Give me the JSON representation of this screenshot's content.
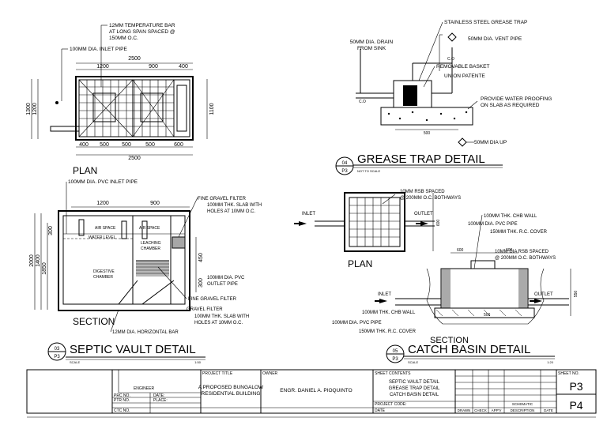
{
  "plan_top": {
    "title": "PLAN",
    "notes": {
      "temp_bar": [
        "12MM TEMPERATURE BAR",
        "AT LONG SPAN SPACED @",
        "150MM O.C."
      ],
      "inlet": "100MM DIA. INLET PIPE"
    },
    "dims": {
      "overall_top": "2500",
      "top_segments": [
        "1200",
        "900",
        "400"
      ],
      "bottom_segments": [
        "400",
        "500",
        "500",
        "500",
        "600"
      ],
      "overall_bottom": "2500",
      "left": "1300",
      "left_inner": "1200",
      "right": "1100"
    }
  },
  "septic_section": {
    "title": "SECTION",
    "notes": {
      "inlet": "100MM DIA. PVC INLET PIPE",
      "fine_gravel": "FINE GRAVEL FILTER",
      "slab": [
        "100MM THK. SLAB WITH",
        "HOLES AT 10MM O.C."
      ],
      "outlet": [
        "100MM DIA. PVC",
        "OUTLET PIPE"
      ],
      "fine_gravel_2": "FINE GRAVEL FILTER",
      "gravel": "GRAVEL FILTER",
      "slab_2": [
        "100MM THK. SLAB WITH",
        "HOLES AT 10MM O.C."
      ],
      "horizontal_bar": "12MM DIA. HORIZONTAL BAR"
    },
    "labels": {
      "air_space": "AIR SPACE",
      "air_space_2": "AIR SPACE",
      "water_level": "WATER LEVEL",
      "leaching": [
        "LEACHING",
        "CHAMBER"
      ],
      "digestive": [
        "DIGESTIVE",
        "CHAMBER"
      ]
    },
    "dims": {
      "top": [
        "1200",
        "900"
      ],
      "left": [
        "2000",
        "1400",
        "1850"
      ],
      "right": [
        "450",
        "300"
      ],
      "small": "300"
    }
  },
  "septic_title": {
    "number": "03",
    "sheet": "P3",
    "title": "SEPTIC VAULT DETAIL",
    "scale_label": "SCALE",
    "scale": "1:50"
  },
  "grease_trap": {
    "notes": {
      "drain": [
        "50MM DIA. DRAIN",
        "FROM SINK"
      ],
      "stainless": "STAINLESS STEEL GREASE TRAP",
      "vent": "50MM DIA. VENT PIPE",
      "basket": "REMOVABLE BASKET",
      "union": "UNION PATENTE",
      "waterproof": [
        "PROVIDE WATER PROOFING",
        "ON SLAB AS REQUIRED"
      ],
      "up": "50MM DIA UP"
    },
    "dims": {
      "base": "500",
      "co": "C.O",
      "co2": "C.O"
    }
  },
  "grease_title": {
    "number": "04",
    "sheet": "P3",
    "title": "GREASE TRAP DETAIL",
    "scale": "NOT TO SCALE"
  },
  "catch_basin": {
    "plan_title": "PLAN",
    "section_title": "SECTION",
    "notes": {
      "rsb_1": [
        "10MM RSB SPACED",
        "@ 200MM O.C. BOTHWAYS"
      ],
      "chb_wall": "100MM THK. CHB WALL",
      "pvc": "100MM DIA. PVC PIPE",
      "cover": "150MM THK. R.C. COVER",
      "rsb_2": [
        "10MM DIA RSB SPACED",
        "@ 200MM O.C. BOTHWAYS"
      ],
      "chb_wall_2": "100MM THK. CHB WALL",
      "pvc_2": "100MM DIA. PVC PIPE",
      "cover_2": "150MM THK. R.C. COVER",
      "inlet": "INLET",
      "outlet": "OUTLET",
      "inlet_2": "INLET",
      "outlet_2": "OUTLET"
    },
    "dims": {
      "side": "600",
      "d1": "600",
      "d2": "600",
      "d3": "500",
      "d4": "550"
    }
  },
  "catch_title": {
    "number": "05",
    "sheet": "P3",
    "title": "CATCH BASIN DETAIL",
    "scale_label": "SCALE",
    "scale": "1:20"
  },
  "title_block": {
    "engineer_label": "ENGINEER",
    "prc_no": "PRC NO.",
    "date_label": "DATE:",
    "ptr_no": "PTR NO.",
    "place_label": "PLACE:",
    "ctc_no": "CTC NO.",
    "project_title_label": "PROJECT TITLE",
    "project_title": [
      "A PROPOSED BUNGALOW",
      "RESIDENTIAL BUILDING"
    ],
    "owner_label": "OWNER",
    "owner": "ENGR. DANIEL A. PIOQUINTO",
    "sheet_contents_label": "SHEET CONTENTS",
    "sheet_contents": [
      "SEPTIC VAULT DETAIL",
      "GREASE TRAP DETAIL",
      "CATCH BASIN DETAIL"
    ],
    "project_code": "PROJECT CODE:",
    "date": "DATE",
    "cols": [
      "DRAWN",
      "CHECK",
      "APP'V",
      "DESCRIPTION",
      "DATE"
    ],
    "schematic": "SCHEMATIC",
    "sheet_no_label": "SHEET NO.",
    "sheet_no": "P3",
    "sheet_total": "P4"
  }
}
